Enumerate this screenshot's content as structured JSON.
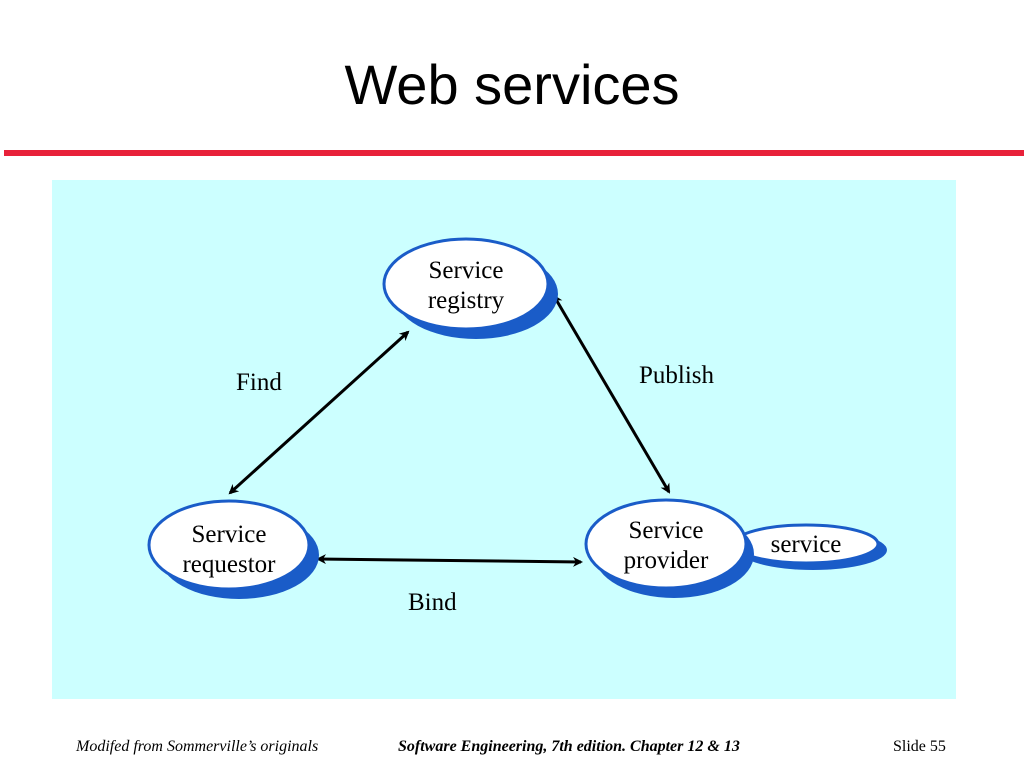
{
  "slide": {
    "title": "Web services",
    "accent_color": "#e8213a",
    "panel_color": "#ccffff"
  },
  "diagram": {
    "nodes": {
      "registry": {
        "line1": "Service",
        "line2": "registry"
      },
      "requestor": {
        "line1": "Service",
        "line2": "requestor"
      },
      "provider": {
        "line1": "Service",
        "line2": "provider"
      },
      "service": {
        "label": "service"
      }
    },
    "edges": {
      "find": "Find",
      "publish": "Publish",
      "bind": "Bind"
    },
    "colors": {
      "node_fill": "#ffffff",
      "node_stroke": "#1a5cc8",
      "node_shadow": "#1a5cc8",
      "arrow": "#000000"
    }
  },
  "footer": {
    "left": "Modifed from Sommerville’s originals",
    "center": "Software Engineering, 7th edition. Chapter 12 & 13",
    "right": "Slide  55"
  }
}
